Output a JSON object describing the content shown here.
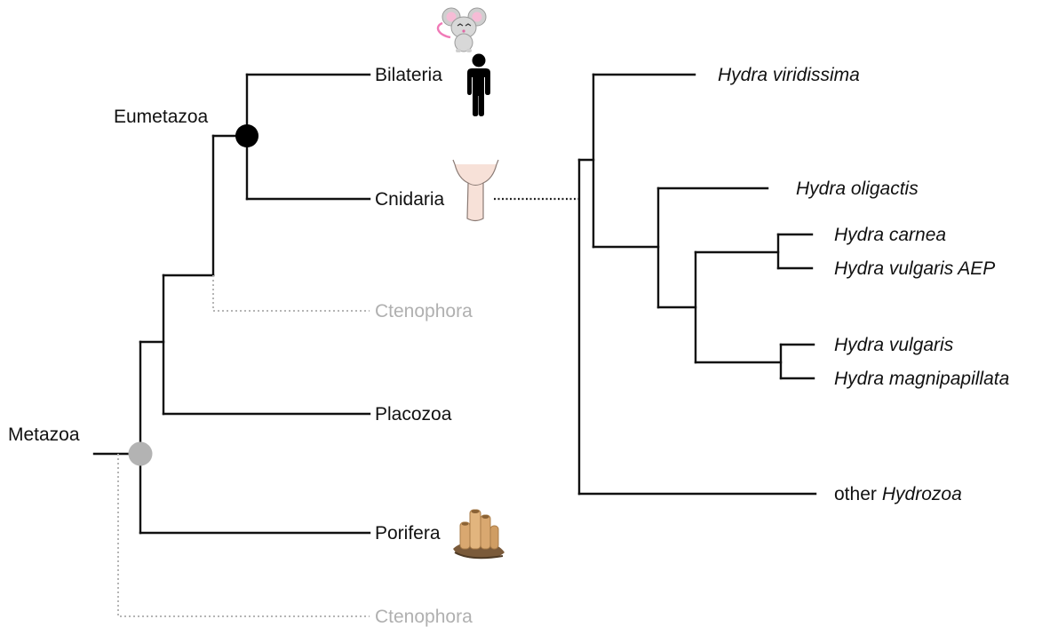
{
  "left_tree": {
    "metazoa": "Metazoa",
    "eumetazoa": "Eumetazoa",
    "bilateria": "Bilateria",
    "cnidaria": "Cnidaria",
    "ctenophora_upper": "Ctenophora",
    "placozoa": "Placozoa",
    "porifera": "Porifera",
    "ctenophora_lower": "Ctenophora"
  },
  "right_tree": {
    "viridissima": "Hydra viridissima",
    "oligactis": "Hydra oligactis",
    "carnea": "Hydra carnea",
    "vulgaris_aep": "Hydra vulgaris AEP",
    "vulgaris": "Hydra vulgaris",
    "magnipapillata": "Hydra magnipapillata",
    "other_prefix": "other",
    "other_taxon": "Hydrozoa"
  },
  "icons": [
    "mouse-icon",
    "human-icon",
    "hydra-polyp-icon",
    "sponge-icon"
  ],
  "colors": {
    "branch": "#111111",
    "dotted_branch": "#b5b5b5",
    "eumetazoa_node": "#000000",
    "metazoa_node": "#b3b3b3",
    "muted_label": "#b0b0b0"
  }
}
